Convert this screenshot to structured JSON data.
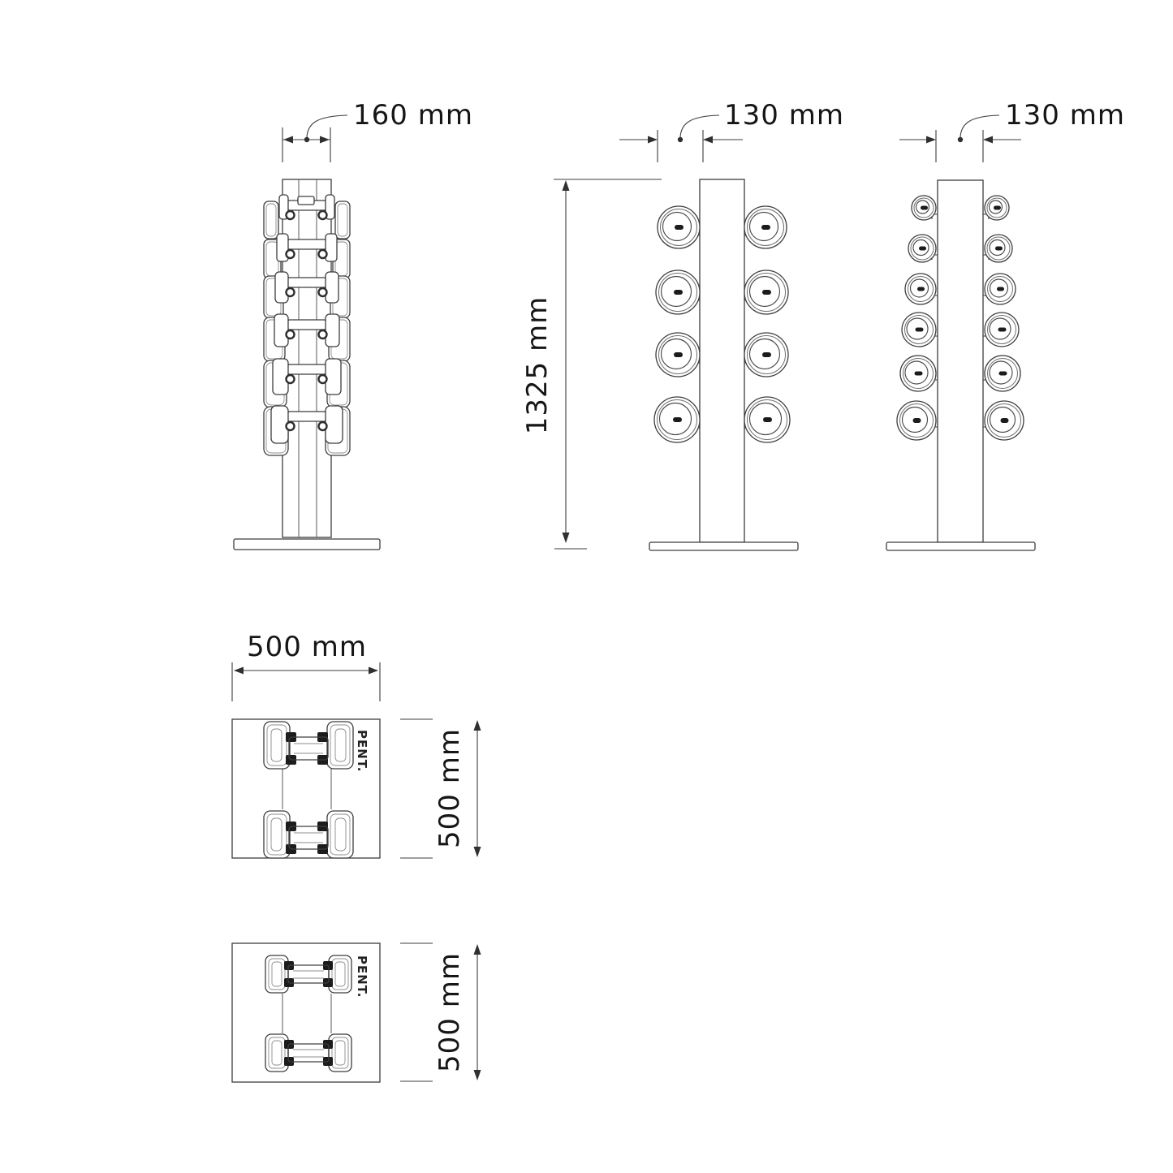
{
  "page": {
    "background": "#ffffff",
    "line_color": "#3d3d3d",
    "text_color": "#161616",
    "collar_color": "#1c1c1c"
  },
  "views": {
    "front": {
      "width_dim": "160 mm"
    },
    "side_heavy": {
      "depth_dim": "130 mm",
      "height_dim": "1325 mm"
    },
    "side_light": {
      "depth_dim": "130 mm"
    },
    "plan_heavy": {
      "width_dim": "500 mm",
      "depth_dim": "500 mm",
      "brand": "PENT."
    },
    "plan_light": {
      "depth_dim": "500 mm",
      "brand": "PENT."
    }
  }
}
